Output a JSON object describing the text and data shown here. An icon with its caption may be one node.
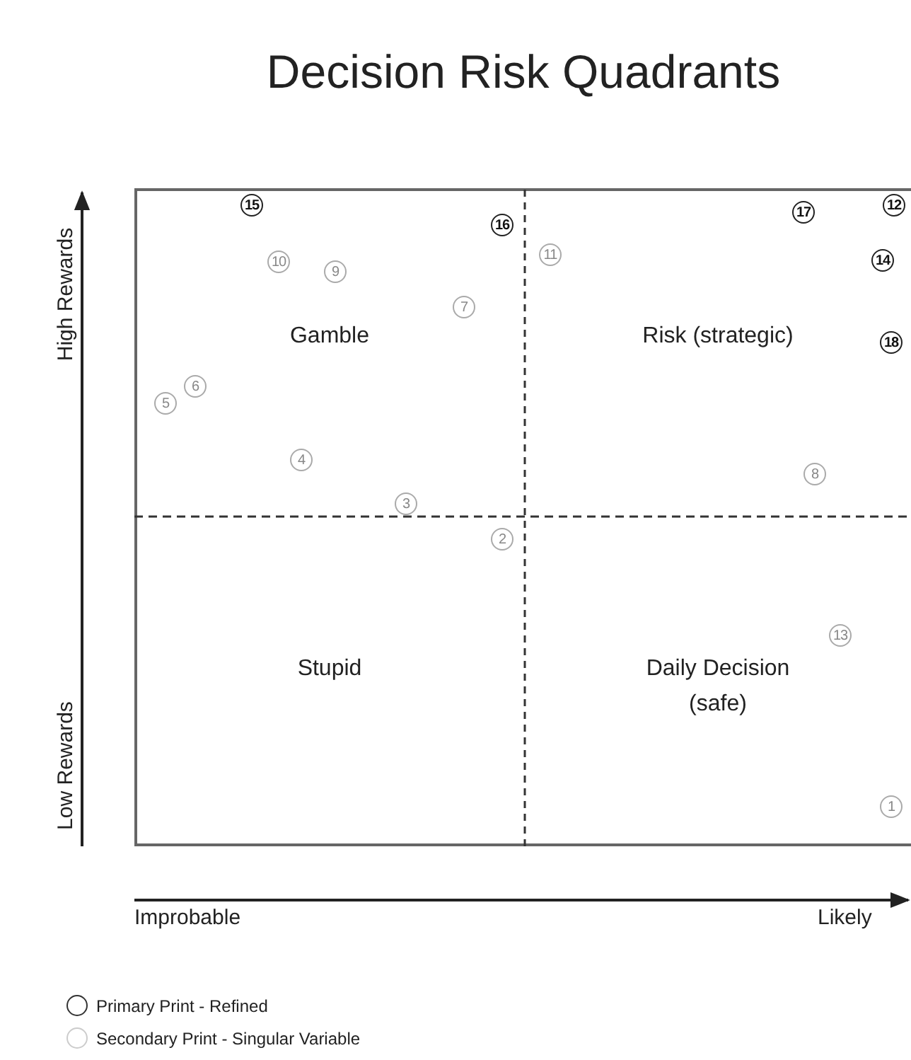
{
  "diagram": {
    "title": "Decision Risk Quadrants",
    "nodes": [
      {
        "text": [
          "Gamble"
        ]
      },
      {
        "text": [
          "Risk (strategic)"
        ]
      },
      {
        "text": [
          "Stupid"
        ]
      },
      {
        "text": [
          "Daily Decision (safe)"
        ]
      },
      {
        "text": [
          "15"
        ],
        "in": 0
      },
      {
        "text": [
          "16"
        ],
        "in": 0
      },
      {
        "text": [
          "10"
        ],
        "in": 0
      },
      {
        "text": [
          "9"
        ],
        "in": 0
      },
      {
        "text": [
          "7"
        ],
        "in": 0
      },
      {
        "text": [
          "6"
        ],
        "in": 0
      },
      {
        "text": [
          "5"
        ],
        "in": 0
      },
      {
        "text": [
          "4"
        ],
        "in": 0
      },
      {
        "text": [
          "3"
        ],
        "in": 0
      },
      {
        "text": [
          "17"
        ],
        "in": 1
      },
      {
        "text": [
          "12"
        ],
        "in": 1
      },
      {
        "text": [
          "11"
        ],
        "in": 1
      },
      {
        "text": [
          "14"
        ],
        "in": 1
      },
      {
        "text": [
          "18"
        ],
        "in": 1
      },
      {
        "text": [
          "8"
        ],
        "in": 1
      },
      {
        "text": [
          "2"
        ],
        "in": 2
      },
      {
        "text": [
          "13"
        ],
        "in": 3
      },
      {
        "text": [
          "1"
        ],
        "in": 3
      }
    ],
    "edges": [],
    "labels": [
      "High Rewards",
      "Low Rewards",
      "Improbable",
      "Likely"
    ],
    "legend": [
      {
        "text": "Primary Print - Refined"
      },
      {
        "text": "Secondary Print - Singular Variable"
      }
    ]
  }
}
